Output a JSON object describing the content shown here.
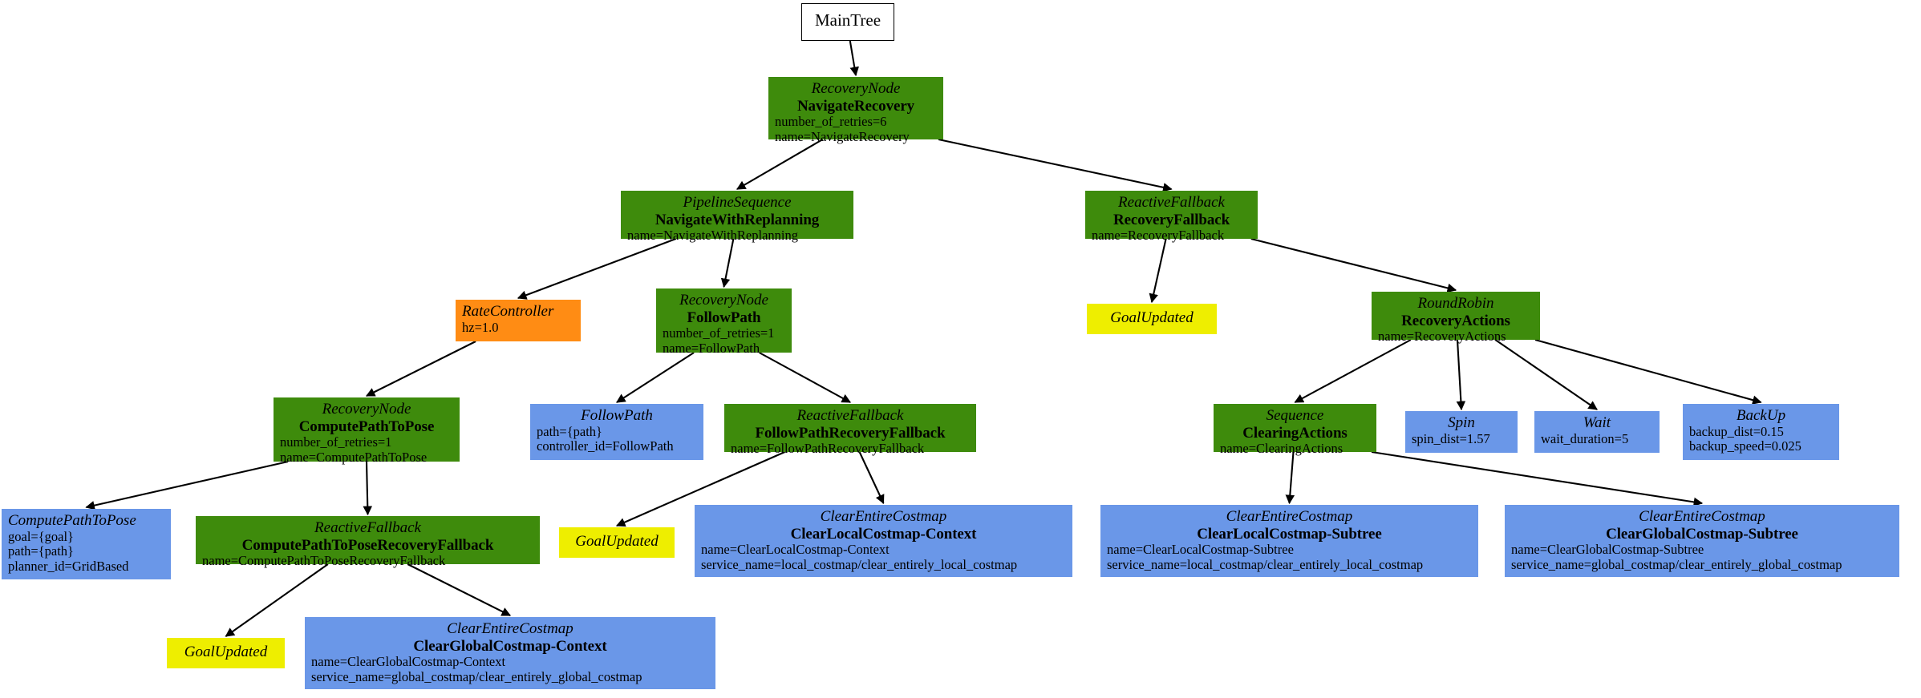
{
  "diagram": {
    "title": "MainTree behavior tree",
    "type": "behavior-tree",
    "background": "#ffffff",
    "colors": {
      "control_node": "#3e8b0c",
      "action_node": "#6a97e8",
      "condition_node": "#eeee00",
      "decorator_node": "#ff8c14",
      "root_node": "#ffffff",
      "edge": "#000000",
      "text": "#000000"
    }
  },
  "nodes": [
    {
      "id": "maintree",
      "kind": "root",
      "color": "#ffffff",
      "type_label": "MainTree",
      "name_label": "",
      "params": []
    },
    {
      "id": "navigate_recovery",
      "kind": "control",
      "color": "#3e8b0c",
      "type_label": "RecoveryNode",
      "name_label": "NavigateRecovery",
      "params": [
        "number_of_retries=6",
        "name=NavigateRecovery"
      ]
    },
    {
      "id": "navigate_with_replanning",
      "kind": "control",
      "color": "#3e8b0c",
      "type_label": "PipelineSequence",
      "name_label": "NavigateWithReplanning",
      "params": [
        "name=NavigateWithReplanning"
      ]
    },
    {
      "id": "recovery_fallback",
      "kind": "control",
      "color": "#3e8b0c",
      "type_label": "ReactiveFallback",
      "name_label": "RecoveryFallback",
      "params": [
        "name=RecoveryFallback"
      ]
    },
    {
      "id": "rate_controller",
      "kind": "decorator",
      "color": "#ff8c14",
      "type_label": "RateController",
      "name_label": "",
      "params": [
        "hz=1.0"
      ]
    },
    {
      "id": "follow_path_recovery",
      "kind": "control",
      "color": "#3e8b0c",
      "type_label": "RecoveryNode",
      "name_label": "FollowPath",
      "params": [
        "number_of_retries=1",
        "name=FollowPath"
      ]
    },
    {
      "id": "goal_updated_recovery",
      "kind": "condition",
      "color": "#eeee00",
      "type_label": "GoalUpdated",
      "name_label": "",
      "params": []
    },
    {
      "id": "recovery_actions",
      "kind": "control",
      "color": "#3e8b0c",
      "type_label": "RoundRobin",
      "name_label": "RecoveryActions",
      "params": [
        "name=RecoveryActions"
      ]
    },
    {
      "id": "compute_path_to_pose_recovery",
      "kind": "control",
      "color": "#3e8b0c",
      "type_label": "RecoveryNode",
      "name_label": "ComputePathToPose",
      "params": [
        "number_of_retries=1",
        "name=ComputePathToPose"
      ]
    },
    {
      "id": "follow_path_action",
      "kind": "action",
      "color": "#6a97e8",
      "type_label": "FollowPath",
      "name_label": "",
      "params": [
        "path={path}",
        "controller_id=FollowPath"
      ]
    },
    {
      "id": "follow_path_recovery_fallback",
      "kind": "control",
      "color": "#3e8b0c",
      "type_label": "ReactiveFallback",
      "name_label": "FollowPathRecoveryFallback",
      "params": [
        "name=FollowPathRecoveryFallback"
      ]
    },
    {
      "id": "clearing_actions",
      "kind": "control",
      "color": "#3e8b0c",
      "type_label": "Sequence",
      "name_label": "ClearingActions",
      "params": [
        "name=ClearingActions"
      ]
    },
    {
      "id": "spin",
      "kind": "action",
      "color": "#6a97e8",
      "type_label": "Spin",
      "name_label": "",
      "params": [
        "spin_dist=1.57"
      ]
    },
    {
      "id": "wait",
      "kind": "action",
      "color": "#6a97e8",
      "type_label": "Wait",
      "name_label": "",
      "params": [
        "wait_duration=5"
      ]
    },
    {
      "id": "backup",
      "kind": "action",
      "color": "#6a97e8",
      "type_label": "BackUp",
      "name_label": "",
      "params": [
        "backup_dist=0.15",
        "backup_speed=0.025"
      ]
    },
    {
      "id": "compute_path_to_pose_action",
      "kind": "action",
      "color": "#6a97e8",
      "type_label": "ComputePathToPose",
      "name_label": "",
      "params": [
        "goal={goal}",
        "path={path}",
        "planner_id=GridBased"
      ]
    },
    {
      "id": "compute_path_to_pose_recovery_fallback",
      "kind": "control",
      "color": "#3e8b0c",
      "type_label": "ReactiveFallback",
      "name_label": "ComputePathToPoseRecoveryFallback",
      "params": [
        "name=ComputePathToPoseRecoveryFallback"
      ]
    },
    {
      "id": "goal_updated_followpath",
      "kind": "condition",
      "color": "#eeee00",
      "type_label": "GoalUpdated",
      "name_label": "",
      "params": []
    },
    {
      "id": "clear_local_costmap_context",
      "kind": "action",
      "color": "#6a97e8",
      "type_label": "ClearEntireCostmap",
      "name_label": "ClearLocalCostmap-Context",
      "params": [
        "name=ClearLocalCostmap-Context",
        "service_name=local_costmap/clear_entirely_local_costmap"
      ]
    },
    {
      "id": "clear_local_costmap_subtree",
      "kind": "action",
      "color": "#6a97e8",
      "type_label": "ClearEntireCostmap",
      "name_label": "ClearLocalCostmap-Subtree",
      "params": [
        "name=ClearLocalCostmap-Subtree",
        "service_name=local_costmap/clear_entirely_local_costmap"
      ]
    },
    {
      "id": "clear_global_costmap_subtree",
      "kind": "action",
      "color": "#6a97e8",
      "type_label": "ClearEntireCostmap",
      "name_label": "ClearGlobalCostmap-Subtree",
      "params": [
        "name=ClearGlobalCostmap-Subtree",
        "service_name=global_costmap/clear_entirely_global_costmap"
      ]
    },
    {
      "id": "goal_updated_computepath",
      "kind": "condition",
      "color": "#eeee00",
      "type_label": "GoalUpdated",
      "name_label": "",
      "params": []
    },
    {
      "id": "clear_global_costmap_context",
      "kind": "action",
      "color": "#6a97e8",
      "type_label": "ClearEntireCostmap",
      "name_label": "ClearGlobalCostmap-Context",
      "params": [
        "name=ClearGlobalCostmap-Context",
        "service_name=global_costmap/clear_entirely_global_costmap"
      ]
    }
  ],
  "edges": [
    {
      "from": "maintree",
      "to": "navigate_recovery"
    },
    {
      "from": "navigate_recovery",
      "to": "navigate_with_replanning"
    },
    {
      "from": "navigate_recovery",
      "to": "recovery_fallback"
    },
    {
      "from": "navigate_with_replanning",
      "to": "rate_controller"
    },
    {
      "from": "navigate_with_replanning",
      "to": "follow_path_recovery"
    },
    {
      "from": "recovery_fallback",
      "to": "goal_updated_recovery"
    },
    {
      "from": "recovery_fallback",
      "to": "recovery_actions"
    },
    {
      "from": "rate_controller",
      "to": "compute_path_to_pose_recovery"
    },
    {
      "from": "follow_path_recovery",
      "to": "follow_path_action"
    },
    {
      "from": "follow_path_recovery",
      "to": "follow_path_recovery_fallback"
    },
    {
      "from": "recovery_actions",
      "to": "clearing_actions"
    },
    {
      "from": "recovery_actions",
      "to": "spin"
    },
    {
      "from": "recovery_actions",
      "to": "wait"
    },
    {
      "from": "recovery_actions",
      "to": "backup"
    },
    {
      "from": "compute_path_to_pose_recovery",
      "to": "compute_path_to_pose_action"
    },
    {
      "from": "compute_path_to_pose_recovery",
      "to": "compute_path_to_pose_recovery_fallback"
    },
    {
      "from": "follow_path_recovery_fallback",
      "to": "goal_updated_followpath"
    },
    {
      "from": "follow_path_recovery_fallback",
      "to": "clear_local_costmap_context"
    },
    {
      "from": "clearing_actions",
      "to": "clear_local_costmap_subtree"
    },
    {
      "from": "clearing_actions",
      "to": "clear_global_costmap_subtree"
    },
    {
      "from": "compute_path_to_pose_recovery_fallback",
      "to": "goal_updated_computepath"
    },
    {
      "from": "compute_path_to_pose_recovery_fallback",
      "to": "clear_global_costmap_context"
    }
  ]
}
